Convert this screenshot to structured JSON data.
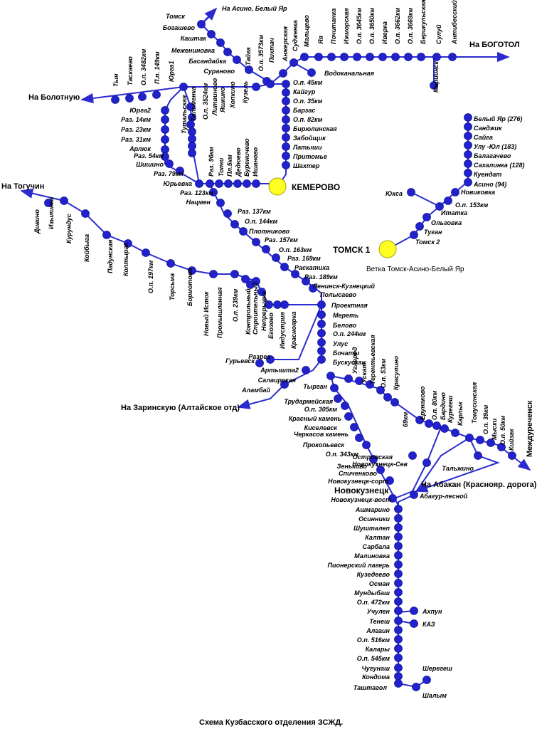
{
  "caption": "Схема Кузбасского отделения ЗСЖД.",
  "note_tomsk": "Ветка Томск-Асино-Белый Яр",
  "hubs": {
    "kemerovo": "КЕМЕРОВО",
    "tomsk": "ТОМСК 1",
    "novokuznetsk": "Новокузнецк",
    "colors": {
      "hub": "#ffff22",
      "track": "#2b2bd0",
      "station": "#2222cc"
    }
  },
  "directions": {
    "asino": "На Асино, Белый Яр",
    "bogotol": "На БОГОТОЛ",
    "bolotnaya": "На Болотную",
    "toguchin": "На Тогучин",
    "zarinskaya": "На Заринскую (Алтайское отд)",
    "abakan": "На Абакан (Краснояр. дорога)",
    "mezhdurechensk": "Междуреченск"
  },
  "stations": {
    "tomsk": [
      "Томск",
      "Богашево",
      "Каштак",
      "Межениновка",
      "Басандайка",
      "Сураново"
    ],
    "north": [
      "Тайга",
      "О.п. 3573км",
      "Пихтач",
      "Анжерская",
      "Судженка",
      "Мальцево",
      "Яя",
      "Почитанка",
      "Ижморская",
      "О.п. 3645км",
      "О.п. 3650км",
      "Иверка",
      "О.п. 3662км",
      "О.п. 3669км",
      "Берикульская",
      "Сулуй",
      "Антибесский",
      "Мариинск",
      "Водоканальная"
    ],
    "west": [
      "Тын",
      "Таскаево",
      "О.п. 3482км",
      "П.п. 149км",
      "Юрга1",
      "Юрга2",
      "Раз. 14км",
      "Раз. 23км",
      "Раз. 31км",
      "Арлюк",
      "Раз. 54км",
      "Шишино",
      "Раз. 79км",
      "Юрьевка"
    ],
    "kemline": [
      "Тутальская",
      "Тальменка",
      "О.п. 3524км",
      "Литвиново",
      "Яшкино",
      "Хопкино",
      "Кузель",
      "Раз. 96км",
      "Топки",
      "Пл.5км",
      "Дедюево",
      "Буреничево",
      "Ишаново"
    ],
    "kemnorth": [
      "О.п. 45км",
      "Кайгур",
      "О.п. 35км",
      "Барзас",
      "О.п. 82км",
      "Бирюлинская",
      "Забойщик",
      "Латыши",
      "Притомье",
      "Шахтер"
    ],
    "asino": [
      "Белый Яр (276)",
      "Санджик",
      "Сайга",
      "Улу -Юл (183)",
      "Балагачево",
      "Сахалинка (128)",
      "Куендат",
      "Асино (94)",
      "Новиковка",
      "О.п. 153км",
      "Итатка",
      "Ольговка",
      "Туган",
      "Томск 2",
      "Юкса"
    ],
    "south": [
      "Раз. 123км",
      "Нацмен",
      "Раз. 137км",
      "О.п. 144км",
      "Плотниково",
      "Раз. 157км",
      "О.п. 163км",
      "Раз. 169км",
      "Раскатиха",
      "Раз. 189км",
      "Ленинск-Кузнецкий",
      "Полысаево",
      "Проектная",
      "Мереть",
      "Белово",
      "О.п. 244км",
      "Улус",
      "Бочаты",
      "Бускускан",
      "Артышта2",
      "Салаирская",
      "Аламбай"
    ],
    "togline": [
      "Дивино",
      "Изылинка",
      "Курундус",
      "Койбыга",
      "Падунская",
      "Колтырак",
      "О.п. 197км",
      "Торсьма",
      "Бормотово",
      "Новый Исток",
      "Промышленная",
      "О.п. 239км",
      "Контрольный",
      "Строительный",
      "Непрерывка",
      "Егозово",
      "Индустрия",
      "Красноярка",
      "Разрез",
      "Гурьевск"
    ],
    "tyrgan": [
      "Тырган",
      "Трудармейская",
      "О.п. 305км",
      "Красный камень",
      "Киселевск",
      "Черкасов камень",
      "Прокопьевск",
      "О.п. 343км",
      "Зеньково",
      "Спиченково",
      "Новокузнецк-сорт",
      "Новокузнецк-вост",
      "Островская"
    ],
    "east": [
      "Углерод",
      "Ускат",
      "Терентьевская",
      "О.п. 53км",
      "Красулино",
      "69км",
      "Ерунаково",
      "О.п. 80км",
      "Бардино",
      "Курегеш",
      "Карлык",
      "Томусинская",
      "О.п. 39км",
      "Мыски",
      "О.п. 50км",
      "Кийзак",
      "Новокузнецк-Сев",
      "Тальжино",
      "Абагур-лесной"
    ],
    "tashtagol": [
      "Ашмарино",
      "Осинники",
      "Шушталеп",
      "Калтан",
      "Сарбала",
      "Малиновка",
      "Пионерский лагерь",
      "Кузедеево",
      "Осман",
      "Мундыбаш",
      "О.п. 472км",
      "Учулен",
      "Тенеш",
      "Алгаин",
      "О.п. 516км",
      "Калары",
      "О.п. 545км",
      "Чугунаш",
      "Кондома",
      "Таштагол",
      "Ахпун",
      "КАЗ",
      "Шерегеш",
      "Шалым"
    ]
  }
}
